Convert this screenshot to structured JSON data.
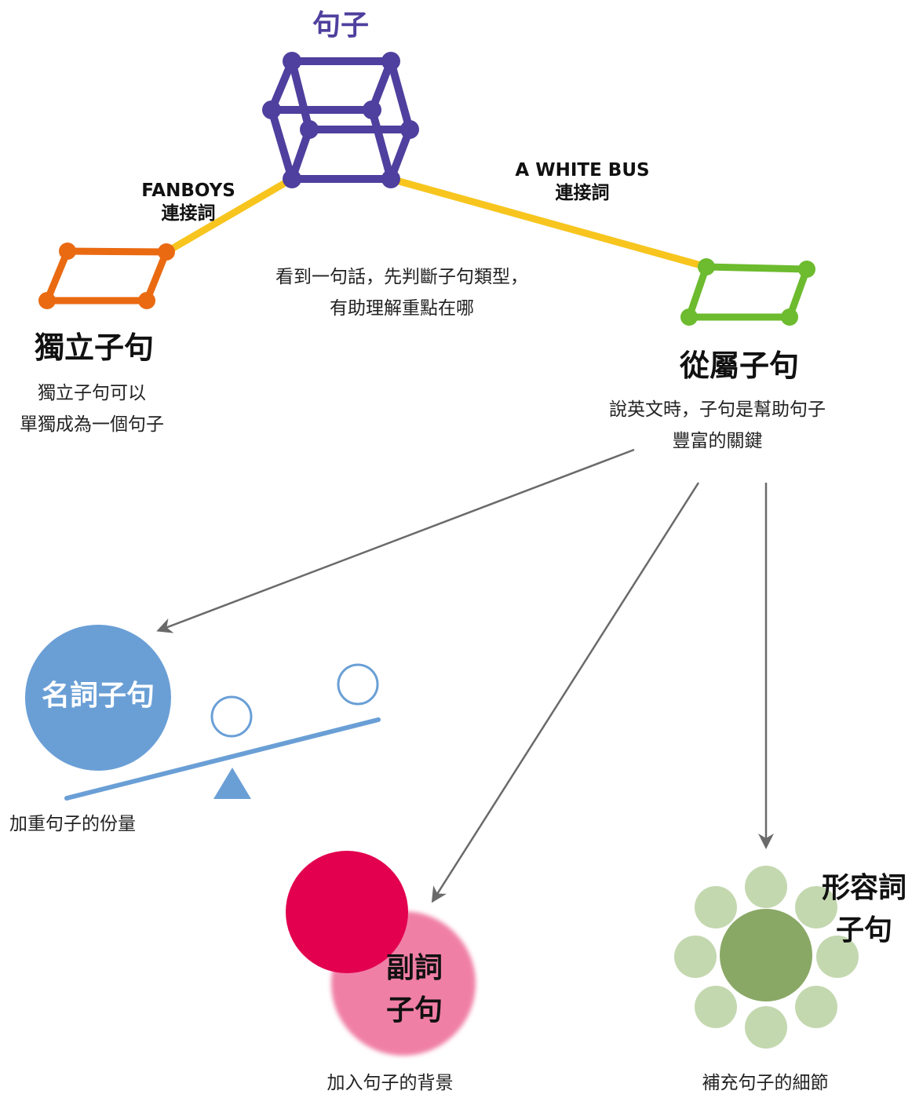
{
  "colors": {
    "cube": "#4f3f9e",
    "connector": "#f7c51e",
    "independent": "#ea6a12",
    "subordinate": "#6dbb2e",
    "arrow": "#6a6a6a",
    "noun": "#6a9fd6",
    "adverb_dark": "#e2004f",
    "adverb_light": "#f07fa6",
    "adjective_center": "#89a865",
    "adjective_petal": "#c4d8b0"
  },
  "icons": [
    "cube-icon",
    "parallelogram-icon",
    "seesaw-icon",
    "circle-icon",
    "flower-icon",
    "arrow-icon"
  ],
  "top": {
    "title": "句子",
    "center_note": [
      "看到一句話，先判斷子句類型，",
      "有助理解重點在哪"
    ]
  },
  "connectors": {
    "left": {
      "line1": "FANBOYS",
      "line2": "連接詞"
    },
    "right": {
      "line1": "A WHITE BUS",
      "line2": "連接詞"
    }
  },
  "independent": {
    "title": "獨立子句",
    "desc": [
      "獨立子句可以",
      "單獨成為一個句子"
    ]
  },
  "subordinate": {
    "title": "從屬子句",
    "desc": [
      "說英文時，子句是幫助句子",
      "豐富的關鍵"
    ]
  },
  "noun_clause": {
    "title": "名詞子句",
    "desc": "加重句子的份量"
  },
  "adverb_clause": {
    "title_line1": "副詞",
    "title_line2": "子句",
    "desc": "加入句子的背景"
  },
  "adjective_clause": {
    "title_line1": "形容詞",
    "title_line2": "子句",
    "desc": "補充句子的細節"
  }
}
